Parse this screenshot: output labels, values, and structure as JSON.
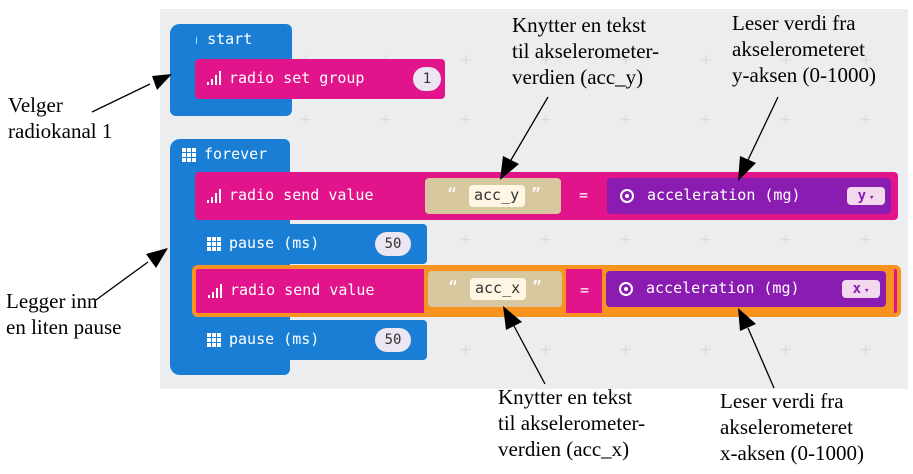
{
  "blocks": {
    "on_start": "on start",
    "radio_set_group": "radio set group",
    "group_value": "1",
    "forever": "forever",
    "radio_send_value": "radio send value",
    "name_y": "acc_y",
    "name_x": "acc_x",
    "equals": "=",
    "acceleration": "acceleration (mg)",
    "axis_y": "y",
    "axis_x": "x",
    "pause": "pause (ms)",
    "pause_value": "50",
    "quote_open": "“",
    "quote_close": "”"
  },
  "annotations": {
    "channel_l1": "Velger",
    "channel_l2": "radiokanal 1",
    "pause_l1": "Legger inn",
    "pause_l2": "en liten pause",
    "tie_y_l1": "Knytter en tekst",
    "tie_y_l2": "til akselerometer-",
    "tie_y_l3": "verdien (acc_y)",
    "read_y_l1": "Leser verdi fra",
    "read_y_l2": "akselerometeret",
    "read_y_l3": "y-aksen (0-1000)",
    "tie_x_l1": "Knytter en tekst",
    "tie_x_l2": "til akselerometer-",
    "tie_x_l3": "verdien (acc_x)",
    "read_x_l1": "Leser verdi fra",
    "read_x_l2": "akselerometeret",
    "read_x_l3": "x-aksen (0-1000)"
  },
  "colors": {
    "basic": "#1a7fd4",
    "radio": "#e2148c",
    "input": "#8a1cb2",
    "text": "#d8c8a0",
    "highlight": "#f7931e",
    "workspace": "#ecedef"
  },
  "icons": {
    "radio": "signal-bars-icon",
    "basic": "grid-icon",
    "input": "target-icon"
  }
}
